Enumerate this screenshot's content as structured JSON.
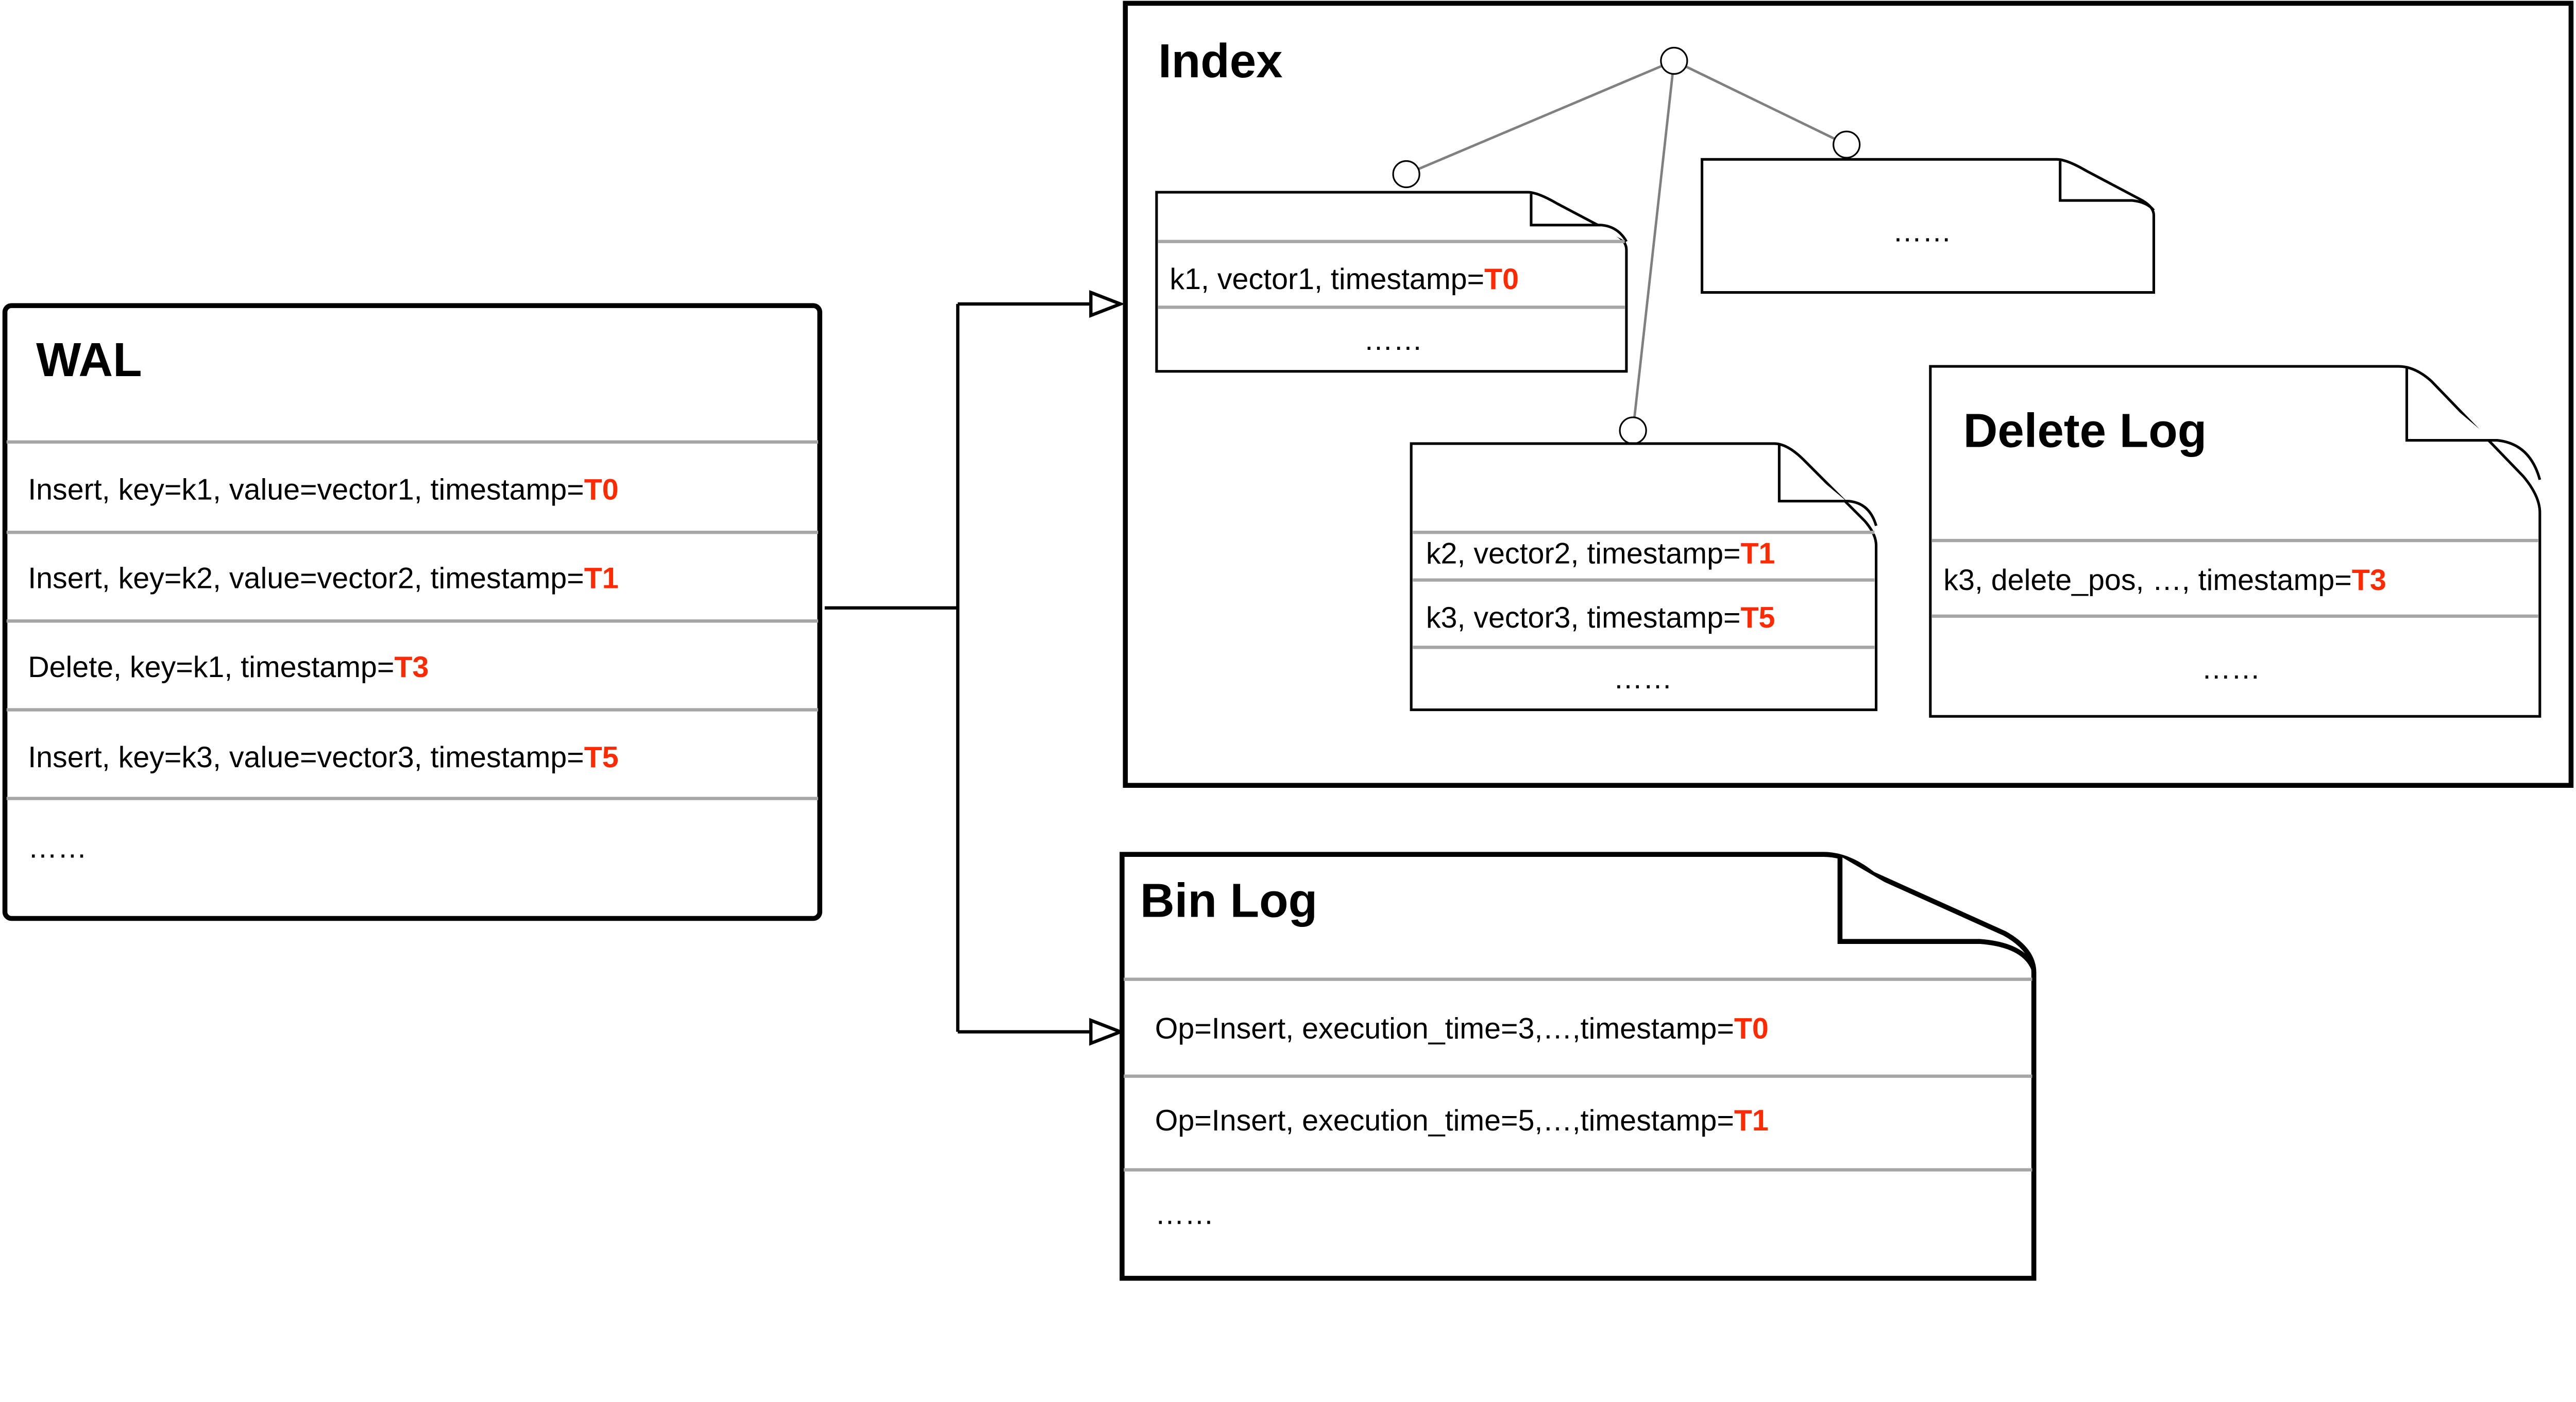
{
  "colors": {
    "timestamp_highlight": "#ff2a00",
    "divider": "#a6a6a6"
  },
  "wal": {
    "title": "WAL",
    "rows": [
      {
        "text": "Insert, key=k1, value=vector1, timestamp=",
        "ts": "T0"
      },
      {
        "text": "Insert, key=k2, value=vector2, timestamp=",
        "ts": "T1"
      },
      {
        "text": "Delete, key=k1, timestamp=",
        "ts": "T3"
      },
      {
        "text": "Insert, key=k3, value=vector3, timestamp=",
        "ts": "T5"
      }
    ],
    "more": "……"
  },
  "index": {
    "title": "Index",
    "segment1": {
      "row": {
        "text": "k1, vector1, timestamp=",
        "ts": "T0"
      },
      "more": "……"
    },
    "segment2": {
      "more": "……"
    },
    "segment3": {
      "rows": [
        {
          "text": "k2, vector2, timestamp=",
          "ts": "T1"
        },
        {
          "text": "k3, vector3, timestamp=",
          "ts": "T5"
        }
      ],
      "more": "……"
    },
    "delete_log": {
      "title": "Delete Log",
      "row": {
        "text": "k3, delete_pos, …, timestamp=",
        "ts": "T3"
      },
      "more": "……"
    }
  },
  "bin_log": {
    "title": "Bin Log",
    "rows": [
      {
        "text": "Op=Insert, execution_time=3,…,timestamp=",
        "ts": "T0"
      },
      {
        "text": "Op=Insert, execution_time=5,…,timestamp=",
        "ts": "T1"
      }
    ],
    "more": "……"
  }
}
